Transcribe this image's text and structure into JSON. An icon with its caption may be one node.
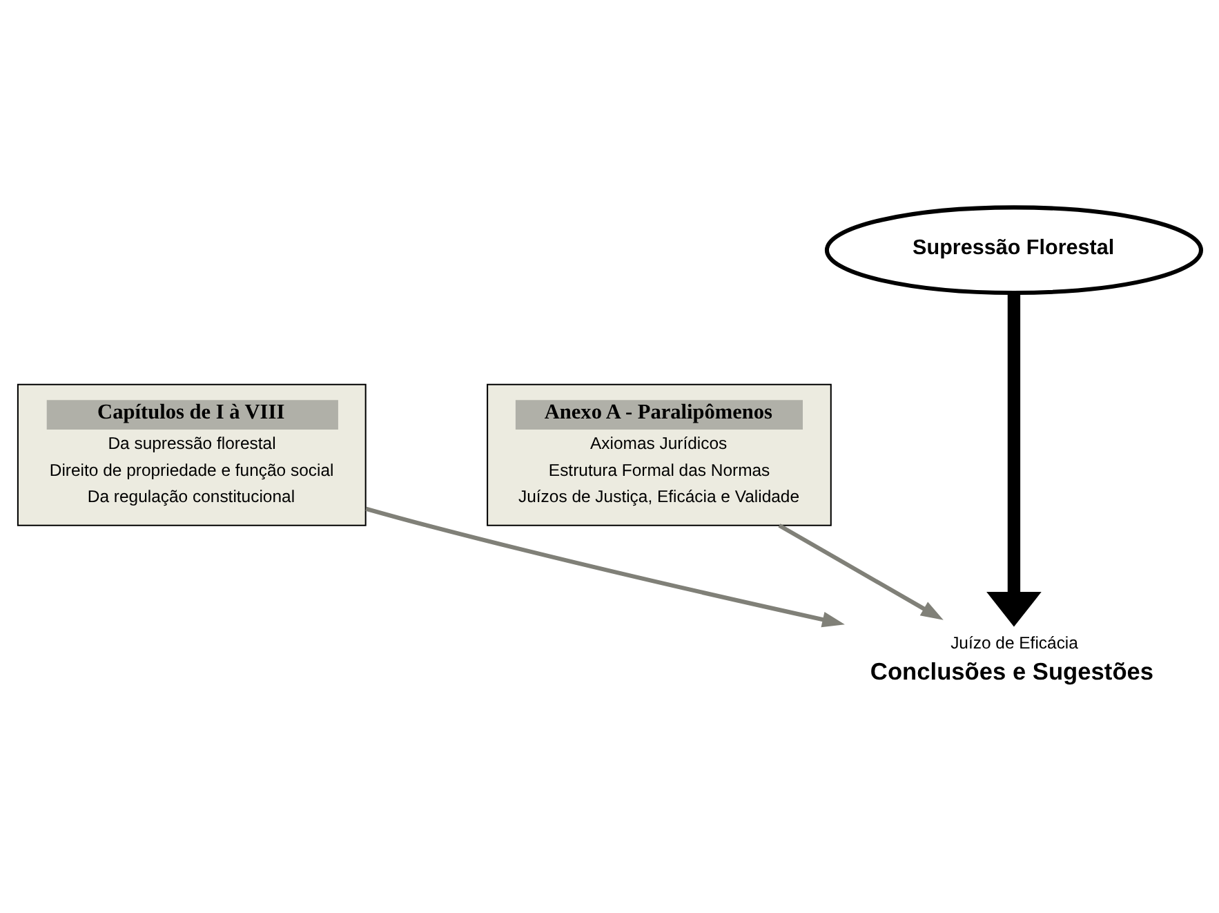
{
  "diagram": {
    "nodes": [
      {
        "text": [
          "Supressão Florestal"
        ]
      },
      {
        "text": [
          "Capítulos de I à VIII",
          "Da supressão florestal",
          "Direito de propriedade e função social",
          "Da regulação constitucional"
        ]
      },
      {
        "text": [
          "Anexo A - Paralipômenos",
          "Axiomas Jurídicos",
          "Estrutura Formal das Normas",
          "Juízos de Justiça, Eficácia e Validade"
        ]
      },
      {
        "text": [
          "Juízo de Eficácia",
          "Conclusões e Sugestões"
        ]
      }
    ],
    "edges": [
      {
        "from": 0,
        "to": 3,
        "arrow": "to",
        "style": "thick",
        "color": "#000000"
      },
      {
        "from": 1,
        "to": 3,
        "arrow": "to"
      },
      {
        "from": 2,
        "to": 3,
        "arrow": "to"
      }
    ]
  }
}
